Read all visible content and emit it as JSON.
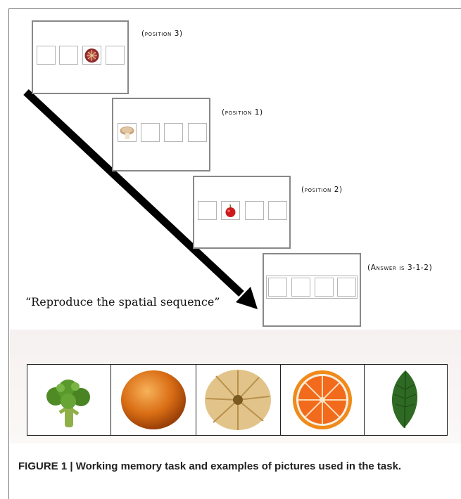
{
  "steps": [
    {
      "caption": "(position 3)"
    },
    {
      "caption": "(position 1)"
    },
    {
      "caption": "(position 2)"
    },
    {
      "caption": "(Answer is 3-1-2)"
    }
  ],
  "instruction": "“Reproduce the spatial sequence”",
  "figure": {
    "label": "FIGURE 1 | ",
    "caption": "Working memory task and examples of pictures used in the task."
  },
  "pictures": [
    "broccoli",
    "orange",
    "squash",
    "orange-slice",
    "leaf"
  ]
}
